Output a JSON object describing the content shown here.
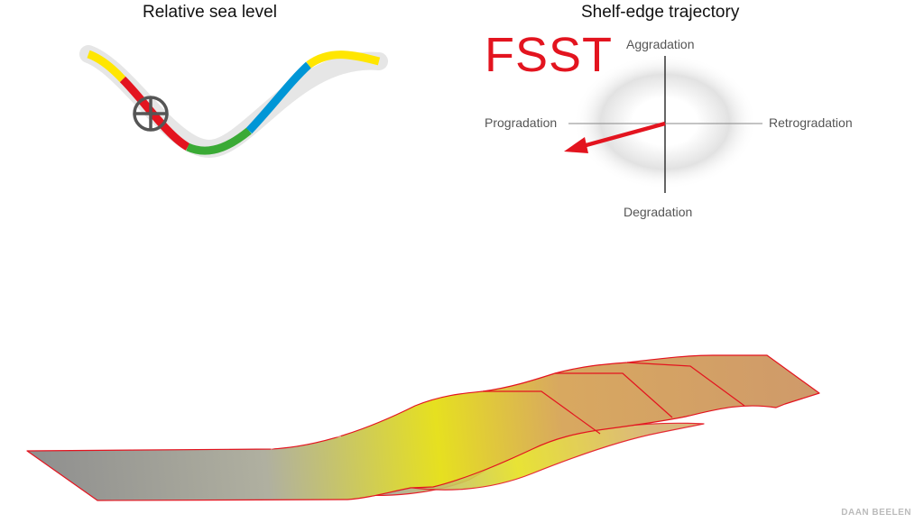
{
  "titles": {
    "relative_sea_level": "Relative sea level",
    "shelf_edge_trajectory": "Shelf-edge trajectory"
  },
  "systems_tract": "FSST",
  "trajectory_axes": {
    "up": "Aggradation",
    "down": "Degradation",
    "left": "Progradation",
    "right": "Retrogradation"
  },
  "sea_level_curve": {
    "segment_colors": [
      "#ffe600",
      "#e3141f",
      "#3aaa35",
      "#0096d6",
      "#ffe600"
    ],
    "marker_icon": "crosshair-circle-icon"
  },
  "trajectory_arrow_color": "#e3141f",
  "credit": "DAAN BEELEN"
}
